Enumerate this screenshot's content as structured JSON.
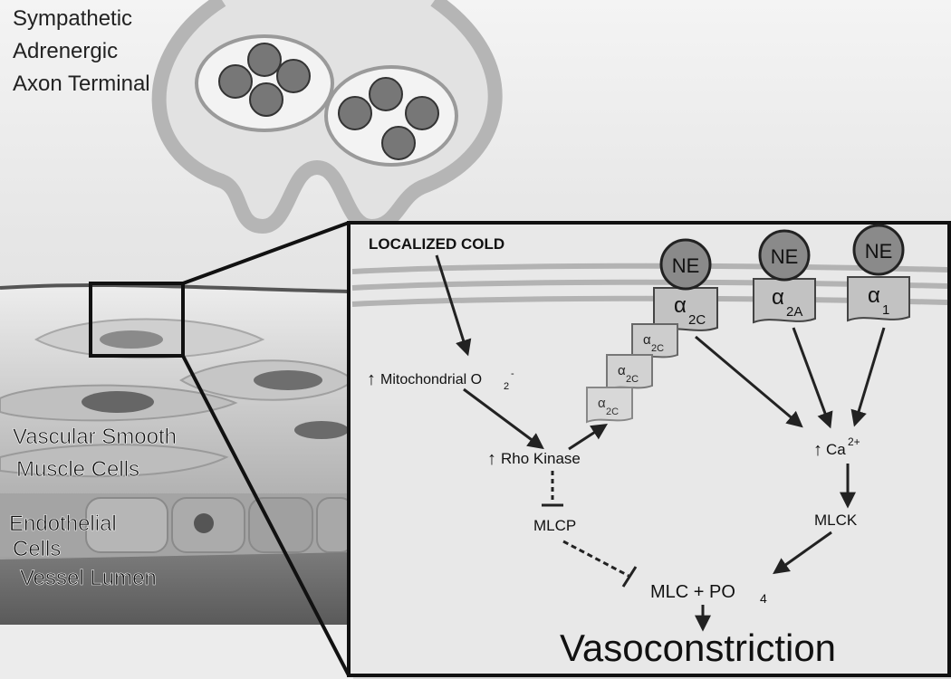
{
  "axon": {
    "title_line1": "Sympathetic",
    "title_line2": "Adrenergic",
    "title_line3": "Axon Terminal"
  },
  "vessel": {
    "smooth_line1": "Vascular Smooth",
    "smooth_line2": "Muscle Cells",
    "endo_line1": "Endothelial",
    "endo_line2": "Cells",
    "lumen": "Vessel Lumen"
  },
  "inset": {
    "cold": "LOCALIZED COLD",
    "receptors": [
      {
        "ligand": "NE",
        "symbol": "α",
        "subtype": "2C"
      },
      {
        "ligand": "NE",
        "symbol": "α",
        "subtype": "2A"
      },
      {
        "ligand": "NE",
        "symbol": "α",
        "subtype": "1"
      }
    ],
    "translocating": [
      {
        "symbol": "α",
        "subtype": "2C"
      },
      {
        "symbol": "α",
        "subtype": "2C"
      },
      {
        "symbol": "α",
        "subtype": "2C"
      }
    ],
    "up_arrow": "↑",
    "mito_text": "Mitochondrial O",
    "mito_sub": "2",
    "mito_sup": "-",
    "rho": "Rho Kinase",
    "ca_text": "Ca",
    "ca_sup": "2+",
    "mlcp": "MLCP",
    "mlck": "MLCK",
    "mlc_text": "MLC + PO",
    "mlc_sub": "4",
    "outcome": "Vasoconstriction"
  }
}
